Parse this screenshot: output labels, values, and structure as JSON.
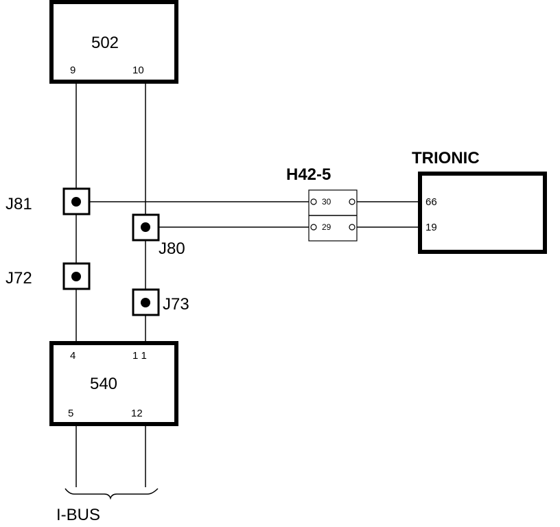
{
  "modules": {
    "m502": {
      "name": "502",
      "pin_left": "9",
      "pin_right": "10"
    },
    "m540": {
      "name": "540",
      "pin_top_left": "4",
      "pin_top_right": "1 1",
      "pin_bottom_left": "5",
      "pin_bottom_right": "12"
    },
    "trionic": {
      "name": "TRIONIC",
      "pin_top": "66",
      "pin_bottom": "19"
    }
  },
  "connector_h42": {
    "name": "H42-5",
    "pin_top": "30",
    "pin_bottom": "29"
  },
  "junctions": {
    "j81": "J81",
    "j80": "J80",
    "j72": "J72",
    "j73": "J73"
  },
  "bus_label": "I-BUS"
}
